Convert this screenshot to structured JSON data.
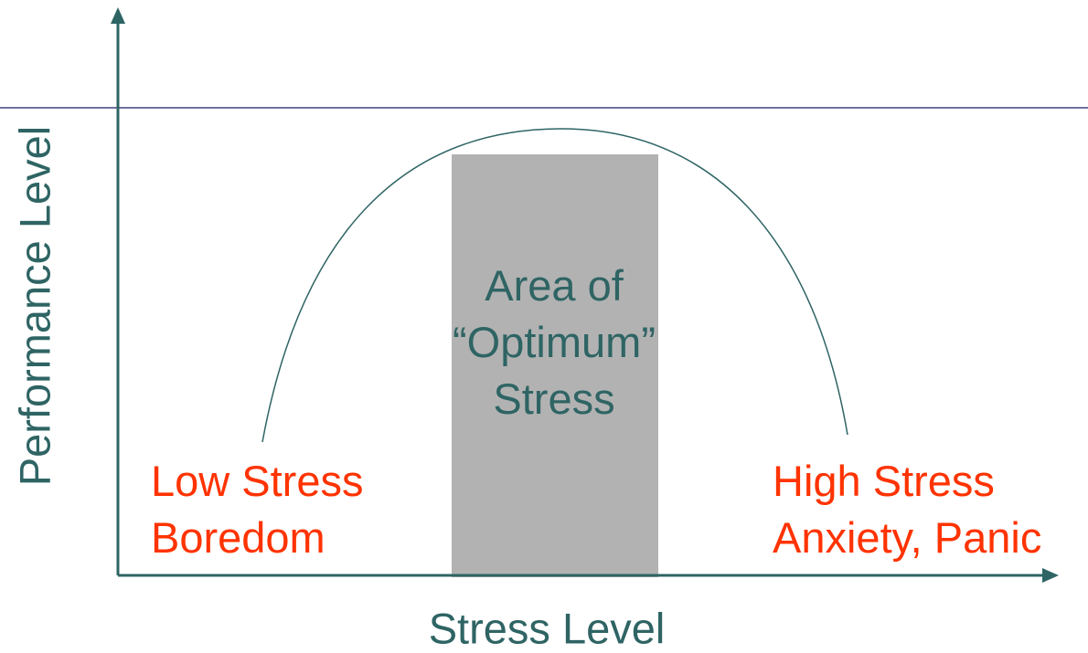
{
  "colors": {
    "teal": "#2f6464",
    "red": "#ff3300",
    "zone_fill": "#b2b2b2",
    "reference_line": "#1a1a66"
  },
  "axes": {
    "y_label": "Performance Level",
    "x_label": "Stress Level"
  },
  "zones": {
    "optimum": {
      "lines": [
        "Area of",
        "“Optimum”",
        "Stress"
      ]
    },
    "low": {
      "lines": [
        "Low Stress",
        "Boredom"
      ]
    },
    "high": {
      "lines": [
        "High Stress",
        "Anxiety, Panic"
      ]
    }
  }
}
